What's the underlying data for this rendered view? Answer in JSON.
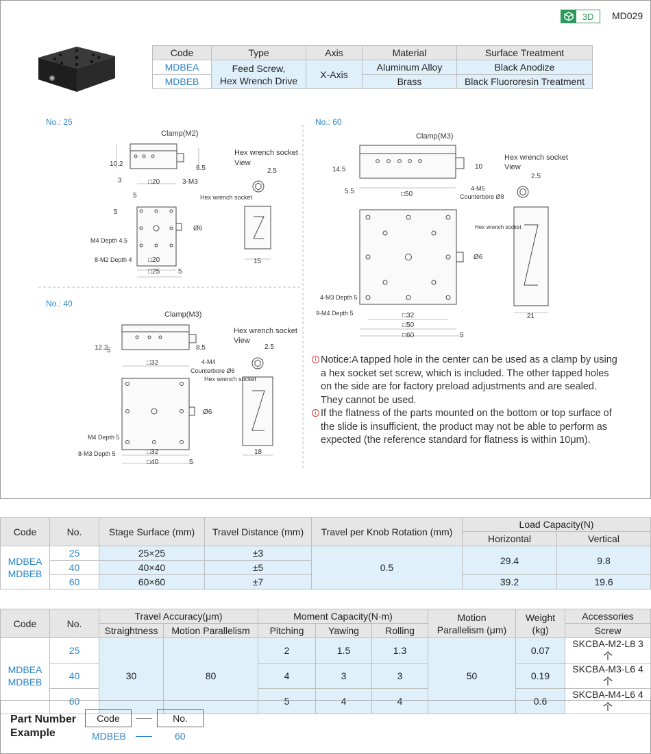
{
  "header": {
    "badge_3d": "3D",
    "model": "MD029"
  },
  "spec_table": {
    "headers": [
      "Code",
      "Type",
      "Axis",
      "Material",
      "Surface Treatment"
    ],
    "codes": [
      "MDBEA",
      "MDBEB"
    ],
    "type_line1": "Feed Screw,",
    "type_line2": "Hex Wrench Drive",
    "axis": "X-Axis",
    "materials": [
      "Aluminum Alloy",
      "Brass"
    ],
    "treatments": [
      "Black Anodize",
      "Black Fluororesin Treatment"
    ]
  },
  "drawings": {
    "no25": {
      "title": "No.: 25",
      "clamp": "Clamp(M2)",
      "hex_view": "Hex wrench socket",
      "hex_view2": "View",
      "hex_socket": "Hex wrench socket",
      "d_102": "10.2",
      "d_3": "3",
      "d_65": "6.5",
      "d_sq20": "□20",
      "d_3m3": "3-M3",
      "d_5a": "5",
      "d_5b": "5",
      "d_phi6": "Ø6",
      "d_25": "2.5",
      "m4": "M4 Depth 4.5",
      "m2": "8-M2 Depth 4",
      "d_sq20b": "□20",
      "d_sq25": "□25",
      "d_5c": "5",
      "d_15": "15"
    },
    "no40": {
      "title": "No.: 40",
      "clamp": "Clamp(M3)",
      "hex_view": "Hex wrench socket",
      "hex_view2": "View",
      "hex_socket": "Hex wrench socket",
      "d_122": "12.2",
      "d_5": "5",
      "d_85": "8.5",
      "d_sq32": "□32",
      "m4cb_1": "4-M4",
      "m4cb_2": "Counterbore Ø6",
      "d_phi6": "Ø6",
      "d_25": "2.5",
      "m4": "M4 Depth 5",
      "m3": "8-M3 Depth 5",
      "d_sq32b": "□32",
      "d_sq40": "□40",
      "d_5c": "5",
      "d_18": "18"
    },
    "no60": {
      "title": "No.: 60",
      "clamp": "Clamp(M3)",
      "hex_view": "Hex wrench socket",
      "hex_view2": "View",
      "hex_socket": "Hex wrench socket",
      "d_145": "14.5",
      "d_55": "5.5",
      "d_10": "10",
      "d_sq50": "□50",
      "m5cb_1": "4-M5",
      "m5cb_2": "Counterbore Ø8",
      "d_25": "2.5",
      "d_phi6": "Ø6",
      "m3": "4-M3 Depth 5",
      "m4": "9-M4 Depth 5",
      "d_sq32": "□32",
      "d_sq50b": "□50",
      "d_sq60": "□60",
      "d_5": "5",
      "d_21": "21"
    }
  },
  "notices": [
    "Notice:A tapped hole in the center can be used as a clamp by using a hex socket set screw, which is included. The other tapped holes on the side are for factory preload adjustments and are sealed. They cannot be used.",
    "If the flatness of the parts mounted on the bottom or top surface of the slide is insufficient, the product may not be able to perform as expected (the reference standard for flatness is within 10μm)."
  ],
  "table2": {
    "headers": [
      "Code",
      "No.",
      "Stage Surface (mm)",
      "Travel Distance (mm)",
      "Travel per Knob Rotation (mm)",
      "Load Capacity(N)",
      "Horizontal",
      "Vertical"
    ],
    "codes": [
      "MDBEA",
      "MDBEB"
    ],
    "rows": [
      {
        "no": "25",
        "surface": "25×25",
        "travel": "±3",
        "h": "29.4",
        "v": "9.8"
      },
      {
        "no": "40",
        "surface": "40×40",
        "travel": "±5"
      },
      {
        "no": "60",
        "surface": "60×60",
        "travel": "±7",
        "h": "39.2",
        "v": "19.6"
      }
    ],
    "knob": "0.5"
  },
  "table3": {
    "headers": {
      "code": "Code",
      "no": "No.",
      "travel_acc": "Travel Accuracy(μm)",
      "straight": "Straightness",
      "motion_par": "Motion Parallelism",
      "moment": "Moment Capacity(N·m)",
      "pitch": "Pitching",
      "yaw": "Yawing",
      "roll": "Rolling",
      "mp1": "Motion",
      "mp2": "Parallelism (μm)",
      "w1": "Weight",
      "w2": "(kg)",
      "acc": "Accessories",
      "screw": "Screw"
    },
    "codes": [
      "MDBEA",
      "MDBEB"
    ],
    "straightness": "30",
    "motion_parallelism": "80",
    "motion_parallelism_um": "50",
    "rows": [
      {
        "no": "25",
        "pitch": "2",
        "yaw": "1.5",
        "roll": "1.3",
        "weight": "0.07",
        "screw": "SKCBA-M2-L8  3个"
      },
      {
        "no": "40",
        "pitch": "4",
        "yaw": "3",
        "roll": "3",
        "weight": "0.19",
        "screw": "SKCBA-M3-L6  4个"
      },
      {
        "no": "60",
        "pitch": "5",
        "yaw": "4",
        "roll": "4",
        "weight": "0.6",
        "screw": "SKCBA-M4-L6  4个"
      }
    ]
  },
  "part_number": {
    "title1": "Part Number",
    "title2": "Example",
    "code_label": "Code",
    "no_label": "No.",
    "code_value": "MDBEB",
    "no_value": "60"
  }
}
